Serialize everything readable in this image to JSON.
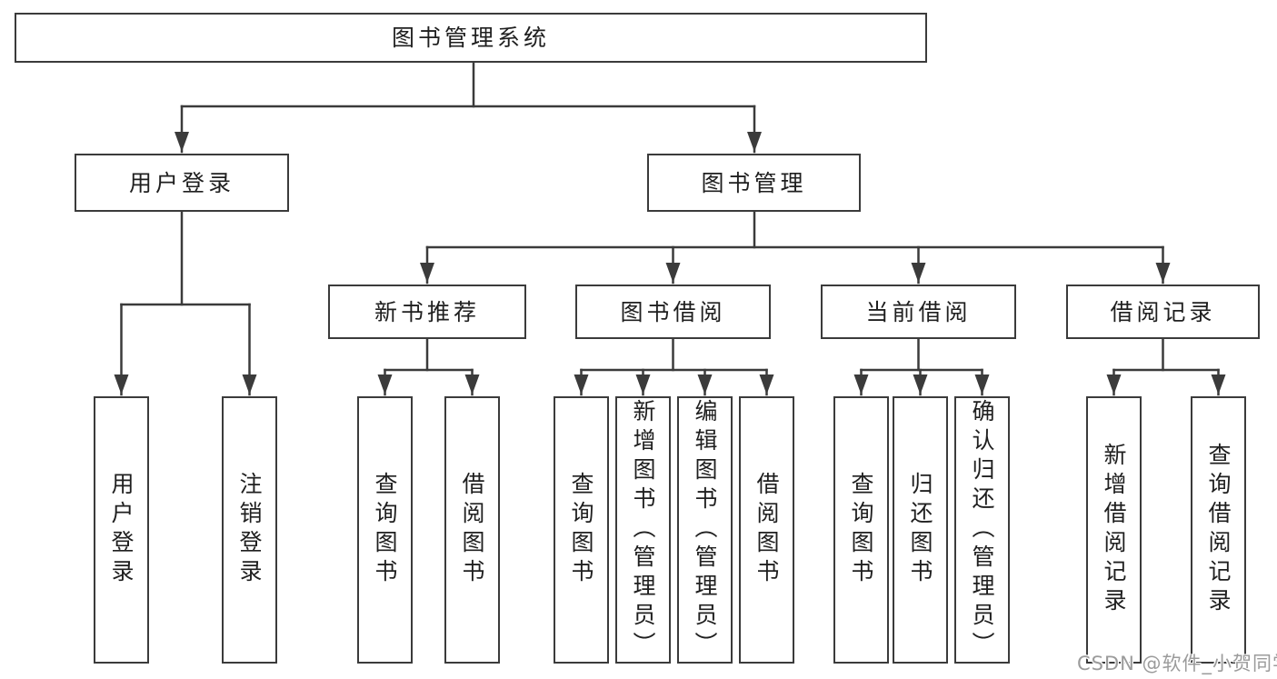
{
  "tree": {
    "root": {
      "label": "图书管理系统",
      "children": [
        {
          "label": "用户登录",
          "children": [
            {
              "label": "用户登录"
            },
            {
              "label": "注销登录"
            }
          ]
        },
        {
          "label": "图书管理",
          "children": [
            {
              "label": "新书推荐",
              "children": [
                {
                  "label": "查询图书"
                },
                {
                  "label": "借阅图书"
                }
              ]
            },
            {
              "label": "图书借阅",
              "children": [
                {
                  "label": "查询图书"
                },
                {
                  "label": "新增图书（管理员）"
                },
                {
                  "label": "编辑图书（管理员）"
                },
                {
                  "label": "借阅图书"
                }
              ]
            },
            {
              "label": "当前借阅",
              "children": [
                {
                  "label": "查询图书"
                },
                {
                  "label": "归还图书"
                },
                {
                  "label": "确认归还（管理员）"
                }
              ]
            },
            {
              "label": "借阅记录",
              "children": [
                {
                  "label": "新增借阅记录"
                },
                {
                  "label": "查询借阅记录"
                }
              ]
            }
          ]
        }
      ]
    }
  },
  "watermark": {
    "text": "CSDN @软件_小贺同学"
  },
  "colors": {
    "line": "#3b3b3b",
    "box_border": "#3b3b3b",
    "text": "#1f1f1f",
    "watermark": "#9b9b9b",
    "background": "#ffffff"
  }
}
